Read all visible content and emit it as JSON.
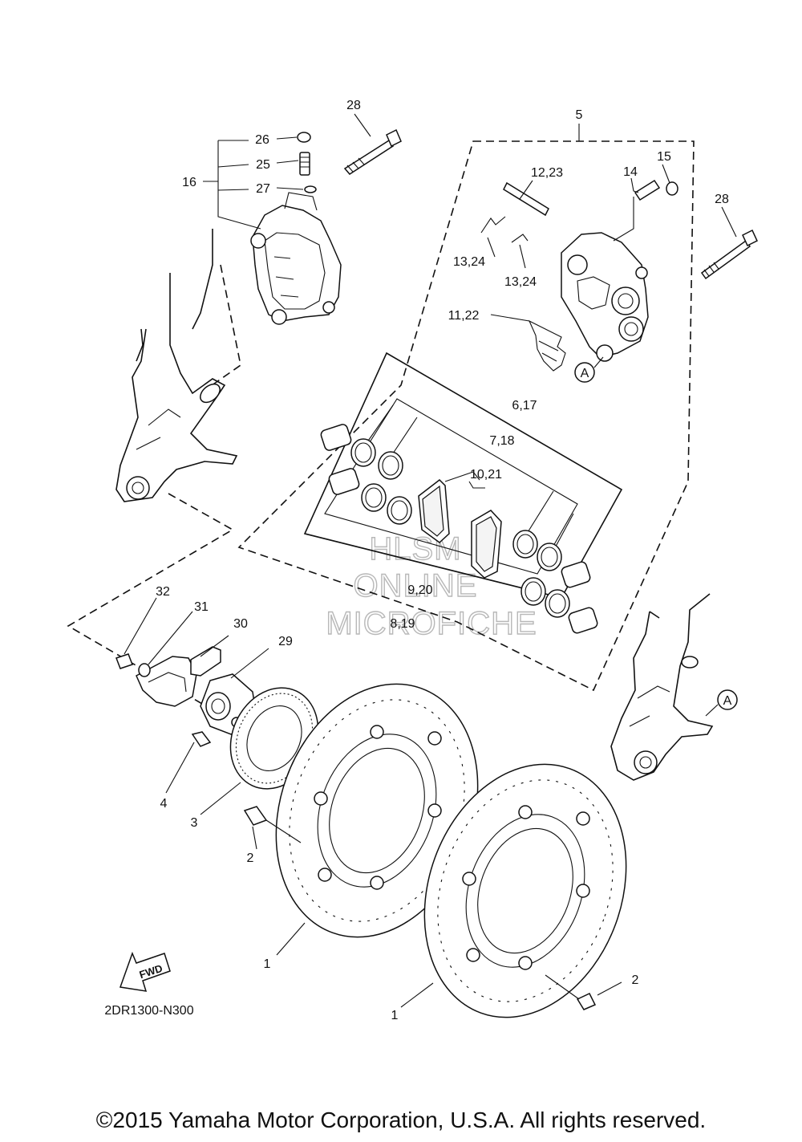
{
  "diagram_code": "2DR1300-N300",
  "copyright": "©2015 Yamaha Motor Corporation, U.S.A. All rights reserved.",
  "watermark": [
    "HLSM",
    "ONLINE",
    "MICROFICHE"
  ],
  "fwd_label": "FWD",
  "ref_marker": "A",
  "callouts": [
    {
      "id": "c28a",
      "text": "28"
    },
    {
      "id": "c26",
      "text": "26"
    },
    {
      "id": "c25",
      "text": "25"
    },
    {
      "id": "c16",
      "text": "16"
    },
    {
      "id": "c27",
      "text": "27"
    },
    {
      "id": "c5",
      "text": "5"
    },
    {
      "id": "c15",
      "text": "15"
    },
    {
      "id": "c1223",
      "text": "12,23"
    },
    {
      "id": "c14",
      "text": "14"
    },
    {
      "id": "c28b",
      "text": "28"
    },
    {
      "id": "c1324a",
      "text": "13,24"
    },
    {
      "id": "c1324b",
      "text": "13,24"
    },
    {
      "id": "c1122",
      "text": "11,22"
    },
    {
      "id": "c617",
      "text": "6,17"
    },
    {
      "id": "c718",
      "text": "7,18"
    },
    {
      "id": "c1021",
      "text": "10,21"
    },
    {
      "id": "c920",
      "text": "9,20"
    },
    {
      "id": "c819",
      "text": "8,19"
    },
    {
      "id": "c32",
      "text": "32"
    },
    {
      "id": "c31",
      "text": "31"
    },
    {
      "id": "c30",
      "text": "30"
    },
    {
      "id": "c29",
      "text": "29"
    },
    {
      "id": "c4",
      "text": "4"
    },
    {
      "id": "c3",
      "text": "3"
    },
    {
      "id": "c2a",
      "text": "2"
    },
    {
      "id": "c1a",
      "text": "1"
    },
    {
      "id": "c2b",
      "text": "2"
    },
    {
      "id": "c1b",
      "text": "1"
    }
  ]
}
